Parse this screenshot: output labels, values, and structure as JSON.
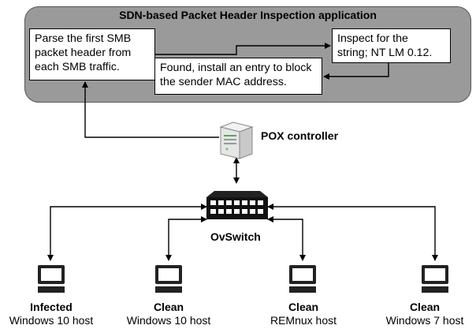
{
  "app": {
    "title": "SDN-based Packet Header Inspection application",
    "parse_box": "Parse the first SMB\npacket header from\neach SMB traffic.",
    "inspect_box": "Inspect for the\nstring; NT LM 0.12.",
    "found_box": "Found, install an entry to block\nthe sender MAC address."
  },
  "controller": {
    "label": "POX controller",
    "icon": "server-icon"
  },
  "switch": {
    "label": "OvSwitch",
    "icon": "network-switch-icon"
  },
  "hosts": [
    {
      "status": "Infected",
      "os": "Windows 10 host",
      "icon": "computer-icon"
    },
    {
      "status": "Clean",
      "os": "Windows 10 host",
      "icon": "computer-icon"
    },
    {
      "status": "Clean",
      "os": "REMnux host",
      "icon": "computer-icon"
    },
    {
      "status": "Clean",
      "os": "Windows 7 host",
      "icon": "computer-icon"
    }
  ],
  "colors": {
    "panel": "#9a9a9a",
    "panel_border": "#555555",
    "line": "#000000"
  }
}
